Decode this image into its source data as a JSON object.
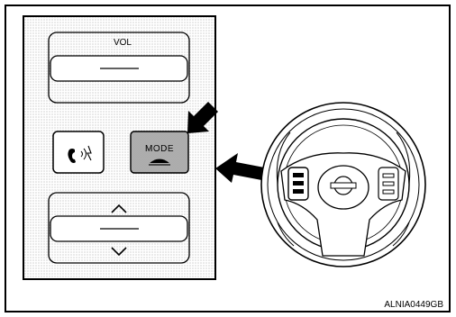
{
  "diagram": {
    "vol_label": "VOL",
    "mode_label": "MODE",
    "caption": "ALNIA0449GB"
  }
}
